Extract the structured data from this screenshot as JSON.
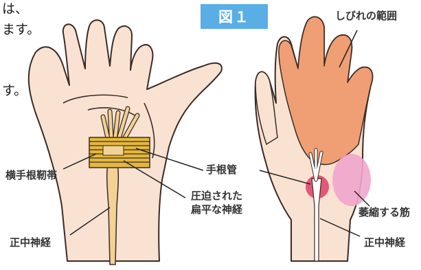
{
  "text_fragments": [
    "は、",
    "ます。",
    "す。"
  ],
  "figure_badge": "図１",
  "labels": {
    "numbness_range": "しびれの範囲",
    "carpal_tunnel": "手根管",
    "transverse_ligament": "横手根靭帯",
    "compressed_nerve_line1": "圧迫された",
    "compressed_nerve_line2": "扁平な神経",
    "median_nerve_left": "正中神経",
    "atrophied_muscle": "萎縮する筋",
    "median_nerve_right": "正中神経"
  },
  "colors": {
    "skin": "#f9e2d2",
    "outline": "#3a2a25",
    "numbness": "#ef9f73",
    "ligament": "#e3b83c",
    "nerve": "#f2d295",
    "compression": "#e04a6a",
    "atrophy": "#f0a6cc",
    "badge": "#5aaee6"
  }
}
